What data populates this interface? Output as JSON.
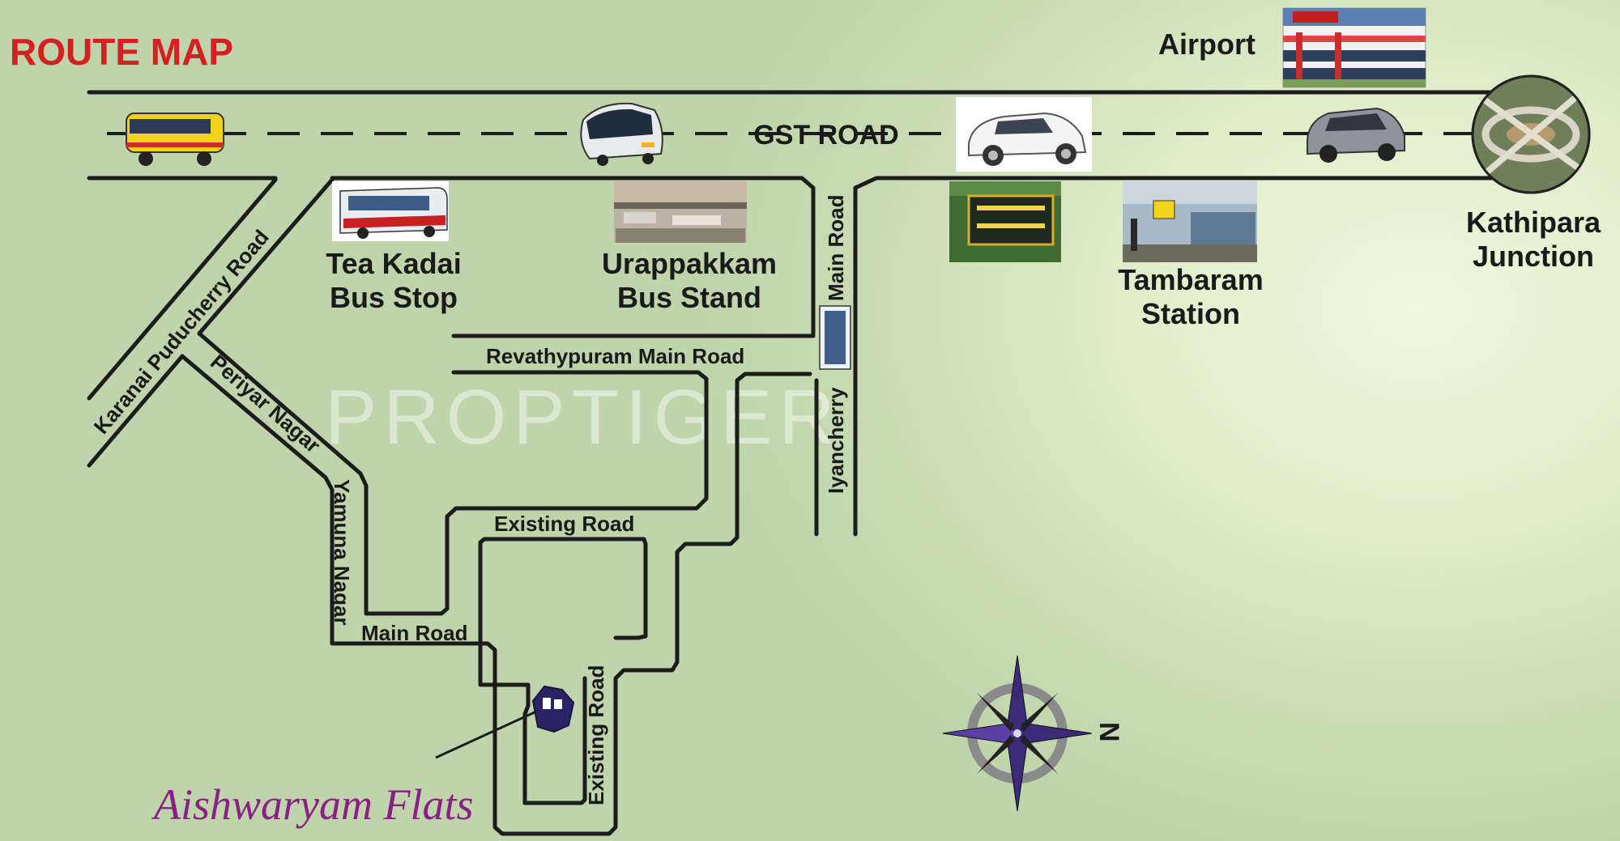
{
  "title": "ROUTE MAP",
  "watermark": "PROPTIGER",
  "roads": {
    "gst": "GST ROAD",
    "karanai": "Karanai Puducherry Road",
    "periyar": "Periyar Nagar",
    "yamuna": "Yamuna Nagar",
    "main_road": "Main Road",
    "main_road_vertical": "Main Road",
    "revathypuram": "Revathypuram Main Road",
    "iyancherry": "Iyancherry",
    "existing_top": "Existing Road",
    "existing_vertical": "Existing Road"
  },
  "landmarks": {
    "airport": "Airport",
    "tea_kadai_1": "Tea Kadai",
    "tea_kadai_2": "Bus Stop",
    "urappakkam_1": "Urappakkam",
    "urappakkam_2": "Bus Stand",
    "tambaram_1": "Tambaram",
    "tambaram_2": "Station",
    "kathipara_1": "Kathipara",
    "kathipara_2": "Junction"
  },
  "project": "Aishwaryam Flats",
  "compass": {
    "north_label": "N"
  },
  "icons": {
    "bus_yellow": "tour-bus-icon",
    "bus_city": "city-bus-icon",
    "suv": "suv-car-icon",
    "car": "car-icon",
    "flyover": "flyover-photo-icon",
    "airport_photo": "airport-building-photo",
    "tea_kadai_photo": "bus-photo",
    "urappakkam_photo": "bus-stand-photo",
    "zoo_photo": "zoological-park-sign-photo",
    "tambaram_photo": "railway-station-photo",
    "project_marker": "building-marker-icon",
    "compass": "compass-rose-icon"
  },
  "colors": {
    "title": "#d42020",
    "project": "#8a1f86",
    "roads": "#1c1c1c",
    "compass_fill": "#3a2a78",
    "compass_ring": "#8a8a8a"
  }
}
